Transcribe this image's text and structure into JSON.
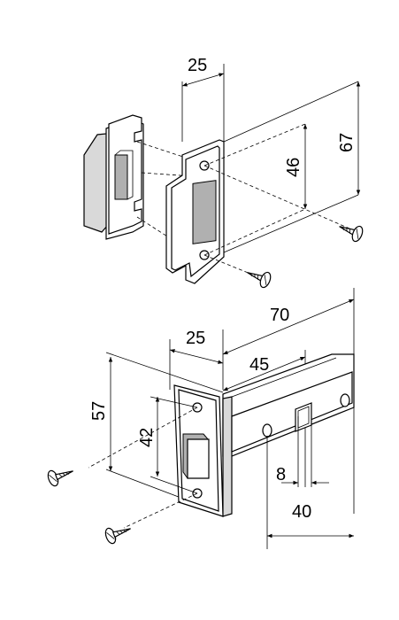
{
  "dimensions": {
    "strike_width": "25",
    "strike_height": "67",
    "strike_hole_spacing": "46",
    "faceplate_width": "25",
    "backset_70": "70",
    "backset_45": "45",
    "faceplate_height": "57",
    "faceplate_hole_spacing": "42",
    "spindle": "8",
    "case_hole_spacing": "40"
  }
}
